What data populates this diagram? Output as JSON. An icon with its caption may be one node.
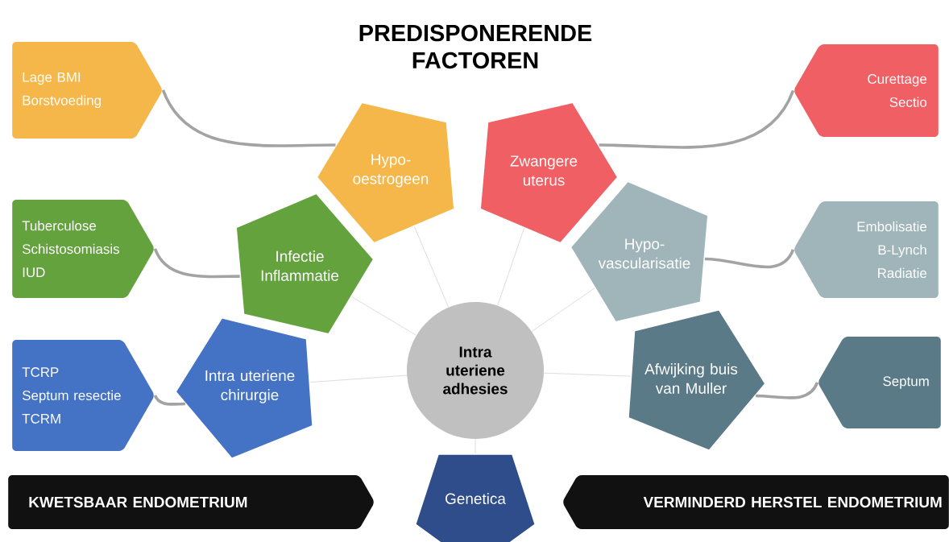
{
  "diagram": {
    "title": "PREDISPONERENDE FACTOREN",
    "nodes": [
      {
        "text": [
          "Intra uteriene adhesies"
        ]
      },
      {
        "text": [
          "Hypo- oestrogeen"
        ]
      },
      {
        "text": [
          "Zwangere uterus"
        ]
      },
      {
        "text": [
          "Infectie Inflammatie"
        ]
      },
      {
        "text": [
          "Hypo- vascularisatie"
        ]
      },
      {
        "text": [
          "Intra uteriene chirurgie"
        ]
      },
      {
        "text": [
          "Afwijking buis van Muller"
        ]
      },
      {
        "text": [
          "Genetica"
        ]
      },
      {
        "text": [
          "Lage BMI",
          "Borstvoeding"
        ]
      },
      {
        "text": [
          "Curettage",
          "Sectio"
        ]
      },
      {
        "text": [
          "Tuberculose",
          "Schistosomiasis",
          "IUD"
        ]
      },
      {
        "text": [
          "Embolisatie",
          "B-Lynch",
          "Radiatie"
        ]
      },
      {
        "text": [
          "TCRP",
          "Septum resectie",
          "TCRM"
        ]
      },
      {
        "text": [
          "Septum"
        ]
      },
      {
        "text": [
          "KWETSBAAR ENDOMETRIUM"
        ]
      },
      {
        "text": [
          "VERMINDERD HERSTEL ENDOMETRIUM"
        ]
      }
    ],
    "edges": [
      {
        "from": 0,
        "to": 1,
        "arrow": "none"
      },
      {
        "from": 0,
        "to": 2,
        "arrow": "none"
      },
      {
        "from": 0,
        "to": 3,
        "arrow": "none"
      },
      {
        "from": 0,
        "to": 4,
        "arrow": "none"
      },
      {
        "from": 0,
        "to": 5,
        "arrow": "none"
      },
      {
        "from": 0,
        "to": 6,
        "arrow": "none"
      },
      {
        "from": 0,
        "to": 7,
        "arrow": "none"
      },
      {
        "from": 8,
        "to": 1,
        "arrow": "none",
        "style": "thick",
        "color": "#a3a3a3"
      },
      {
        "from": 9,
        "to": 2,
        "arrow": "none",
        "style": "thick",
        "color": "#a3a3a3"
      },
      {
        "from": 10,
        "to": 3,
        "arrow": "none",
        "style": "thick",
        "color": "#a3a3a3"
      },
      {
        "from": 11,
        "to": 4,
        "arrow": "none",
        "style": "thick",
        "color": "#a3a3a3"
      },
      {
        "from": 12,
        "to": 5,
        "arrow": "none",
        "style": "thick",
        "color": "#a3a3a3"
      },
      {
        "from": 13,
        "to": 6,
        "arrow": "none",
        "style": "thick",
        "color": "#a3a3a3"
      }
    ]
  }
}
